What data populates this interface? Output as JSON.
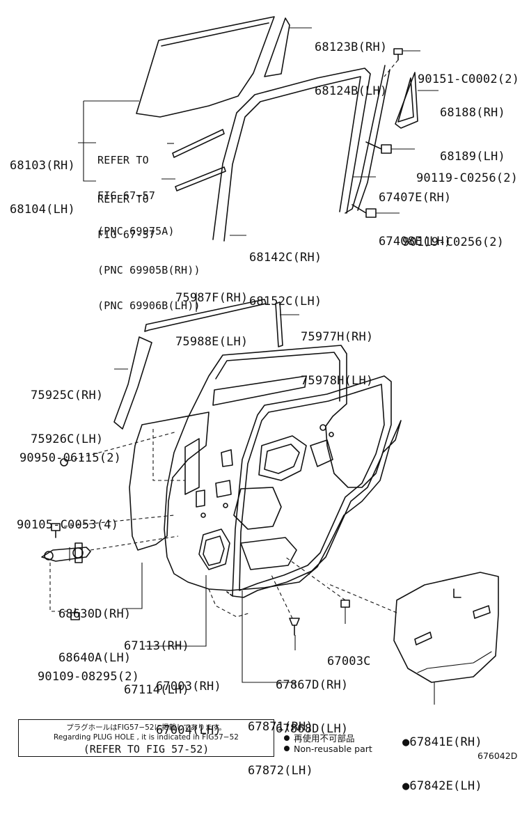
{
  "callouts": [
    {
      "key": "glass_top",
      "lines": [
        "68123B(RH)",
        "68124B(LH)"
      ]
    },
    {
      "key": "bolt_top",
      "lines": [
        "90151-C0002(2)"
      ]
    },
    {
      "key": "quarter_glass",
      "lines": [
        "68188(RH)",
        "68189(LH)"
      ]
    },
    {
      "key": "glass_main",
      "lines": [
        "68103(RH)",
        "68104(LH)"
      ]
    },
    {
      "key": "refer_1",
      "lines": [
        "REFER TO",
        "FIG 67-57",
        "(PNC 69975A)"
      ]
    },
    {
      "key": "refer_2",
      "lines": [
        "REFER TO",
        "FIG 67-57",
        "(PNC 69905B(RH))",
        "(PNC 69906B(LH))"
      ]
    },
    {
      "key": "bolt_mid1",
      "lines": [
        "90119-C0256(2)"
      ]
    },
    {
      "key": "channel",
      "lines": [
        "67407E(RH)",
        "67408E(LH)"
      ]
    },
    {
      "key": "bolt_mid2",
      "lines": [
        "90119-C0256(2)"
      ]
    },
    {
      "key": "run_channel",
      "lines": [
        "68142C(RH)",
        "68152C(LH)"
      ]
    },
    {
      "key": "molding_top",
      "lines": [
        "75987F(RH)",
        "75988E(LH)"
      ]
    },
    {
      "key": "molding_rear",
      "lines": [
        "75977H(RH)",
        "75978H(LH)"
      ]
    },
    {
      "key": "molding_front",
      "lines": [
        "75925C(RH)",
        "75926C(LH)"
      ]
    },
    {
      "key": "plug",
      "lines": [
        "90950-06115(2)"
      ]
    },
    {
      "key": "bolt_check",
      "lines": [
        "90105-C0053(4)"
      ]
    },
    {
      "key": "check",
      "lines": [
        "68630D(RH)",
        "68640A(LH)"
      ]
    },
    {
      "key": "door_panel",
      "lines": [
        "67113(RH)",
        "67114(LH)"
      ]
    },
    {
      "key": "bolt_bottom",
      "lines": [
        "90109-08295(2)"
      ]
    },
    {
      "key": "door_assy",
      "lines": [
        "67003(RH)",
        "67004(LH)"
      ]
    },
    {
      "key": "plug_c",
      "lines": [
        "67003C"
      ]
    },
    {
      "key": "weatherstrip_clip",
      "lines": [
        "67867D(RH)",
        "67868D(LH)"
      ]
    },
    {
      "key": "weatherstrip",
      "lines": [
        "67871(RH)",
        "67872(LH)"
      ]
    },
    {
      "key": "service_hole_cover",
      "lines": [
        "●67841E(RH)",
        "●67842E(LH)"
      ]
    }
  ],
  "note": {
    "jp": "プラグホールはFIG57−52に掲載してあります。",
    "en": "Regarding PLUG HOLE , it is indicated in FIG57−52",
    "ref": "(REFER TO FIG 57-52)"
  },
  "legend": {
    "jp": "再使用不可部品",
    "en": "Non-reusable part"
  },
  "figure_code": "676042D"
}
